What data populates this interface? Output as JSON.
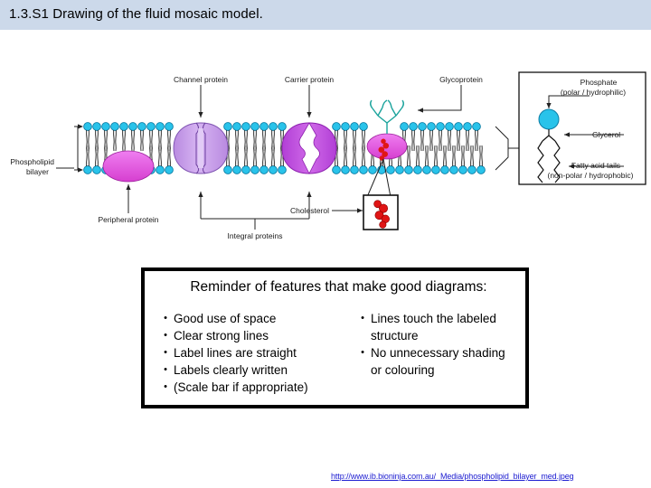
{
  "slide": {
    "title": "1.3.S1 Drawing of the fluid mosaic model.",
    "band_color": "#ccd9ea"
  },
  "diagram": {
    "name": "fluid-mosaic-model-diagram",
    "labels": {
      "channel_protein": "Channel protein",
      "carrier_protein": "Carrier protein",
      "glycoprotein": "Glycoprotein",
      "phospholipid_bilayer_line1": "Phospholipid",
      "phospholipid_bilayer_line2": "bilayer",
      "peripheral_protein": "Peripheral protein",
      "integral_proteins": "Integral proteins",
      "cholesterol": "Cholesterol"
    },
    "inset": {
      "phosphate_line1": "Phosphate",
      "phosphate_line2": "(polar / hydrophilic)",
      "glycerol": "Glycerol",
      "fatty_acid_line1": "Fatty acid tails",
      "fatty_acid_line2": "(non-polar / hydrophobic)"
    },
    "colors": {
      "head": "#29c3ea",
      "head_stroke": "#0a7fa8",
      "peripheral_protein": "#e259dd",
      "channel_protein": "#c79ae8",
      "carrier_protein": "#c14fe0",
      "glycoprotein_body": "#e259dd",
      "glycan": "#1aa39c",
      "cholesterol": "#e01515",
      "line": "#222222"
    }
  },
  "reminder": {
    "title": "Reminder of features that make good diagrams:",
    "left_items": [
      "Good use of space",
      "Clear strong lines",
      "Label lines are straight",
      "Labels clearly written",
      "(Scale bar if appropriate)"
    ],
    "right_items": [
      {
        "text": "Lines touch the labeled",
        "continuation": "structure"
      },
      {
        "text": "No unnecessary shading",
        "continuation": "or colouring"
      }
    ],
    "bullet": "•"
  },
  "source": {
    "url_text": "http://www.ib.bioninja.com.au/_Media/phospholipid_bilayer_med.jpeg"
  }
}
